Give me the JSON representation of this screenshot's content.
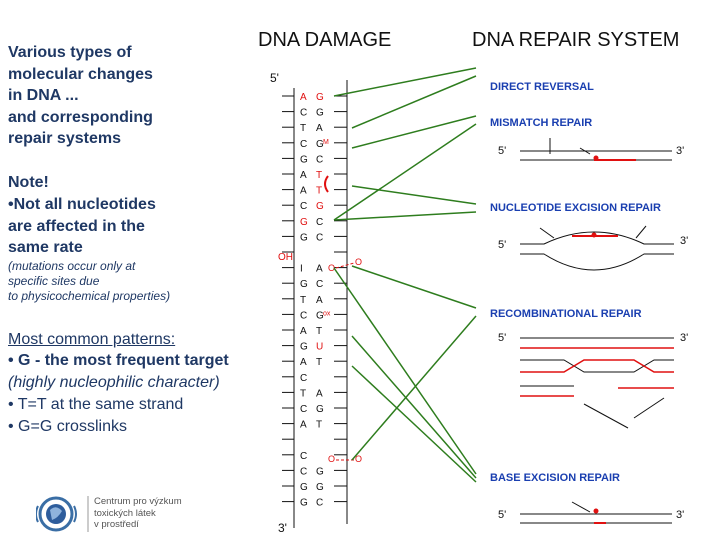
{
  "left": {
    "intro_lines": [
      "Various types of",
      "molecular changes",
      "in DNA ...",
      "and corresponding",
      "repair systems"
    ],
    "note_title": "Note!",
    "note_lines": [
      "•Not all nucleotides",
      "are affected in the",
      "same rate"
    ],
    "note_italic_lines": [
      "(mutations occur only at",
      "specific sites due",
      "to physicochemical properties)"
    ],
    "common_title": "Most common patterns:",
    "common_items": [
      {
        "bold": "• G",
        "text": "  - the most frequent target"
      },
      {
        "italic": "(highly nucleophilic character)"
      },
      {
        "text": "• T=T at the same strand"
      },
      {
        "text": "• G=G crosslinks"
      }
    ]
  },
  "logo": {
    "lines": [
      "Centrum pro výzkum",
      "toxických látek",
      "v prostředí"
    ]
  },
  "diagram": {
    "damage_title": "DNA DAMAGE",
    "repair_title": "DNA REPAIR SYSTEM",
    "strand_start": "5'",
    "strand_end": "3'",
    "oh_label": "OH",
    "methyl_label": "M",
    "oxo_label": "ox",
    "o_label": "O",
    "rows": [
      {
        "l": "A",
        "r": "G",
        "red": true
      },
      {
        "l": "C",
        "r": "G"
      },
      {
        "l": "T",
        "r": "A"
      },
      {
        "l": "C",
        "r": "G",
        "mark": "M"
      },
      {
        "l": "G",
        "r": "C"
      },
      {
        "l": "A",
        "r": "T",
        "rred": true
      },
      {
        "l": "A",
        "r": "T",
        "rred": true
      },
      {
        "l": "C",
        "r": "G",
        "rred": true
      },
      {
        "l": "G",
        "r": "C",
        "lred": true
      },
      {
        "l": "G",
        "r": "C"
      },
      {
        "l": "",
        "r": ""
      },
      {
        "l": "I",
        "r": "A"
      },
      {
        "l": "G",
        "r": "C"
      },
      {
        "l": "T",
        "r": "A"
      },
      {
        "l": "C",
        "r": "G",
        "mark": "ox"
      },
      {
        "l": "A",
        "r": "T"
      },
      {
        "l": "G",
        "r": "U",
        "rred": true
      },
      {
        "l": "A",
        "r": "T"
      },
      {
        "l": "C",
        "r": ""
      },
      {
        "l": "T",
        "r": "A"
      },
      {
        "l": "C",
        "r": "G"
      },
      {
        "l": "A",
        "r": "T"
      },
      {
        "l": "",
        "r": ""
      },
      {
        "l": "C",
        "r": ""
      },
      {
        "l": "C",
        "r": "G"
      },
      {
        "l": "G",
        "r": "G"
      },
      {
        "l": "G",
        "r": "C"
      }
    ],
    "repairs": [
      {
        "name": "DIRECT REVERSAL"
      },
      {
        "name": "MISMATCH REPAIR",
        "left_end": "5'",
        "right_end": "3'"
      },
      {
        "name": "NUCLEOTIDE EXCISION REPAIR",
        "left_end": "5'",
        "right_end": "3'"
      },
      {
        "name": "RECOMBINATIONAL REPAIR",
        "left_end": "5'",
        "right_end": "3'"
      },
      {
        "name": "BASE EXCISION REPAIR",
        "left_end": "5'",
        "right_end": "3'"
      }
    ],
    "colors": {
      "text_blue": "#1f3864",
      "repair_blue": "#1a3fb0",
      "green": "#2e7d1e",
      "red": "#e01010",
      "pink": "#f08080"
    }
  }
}
